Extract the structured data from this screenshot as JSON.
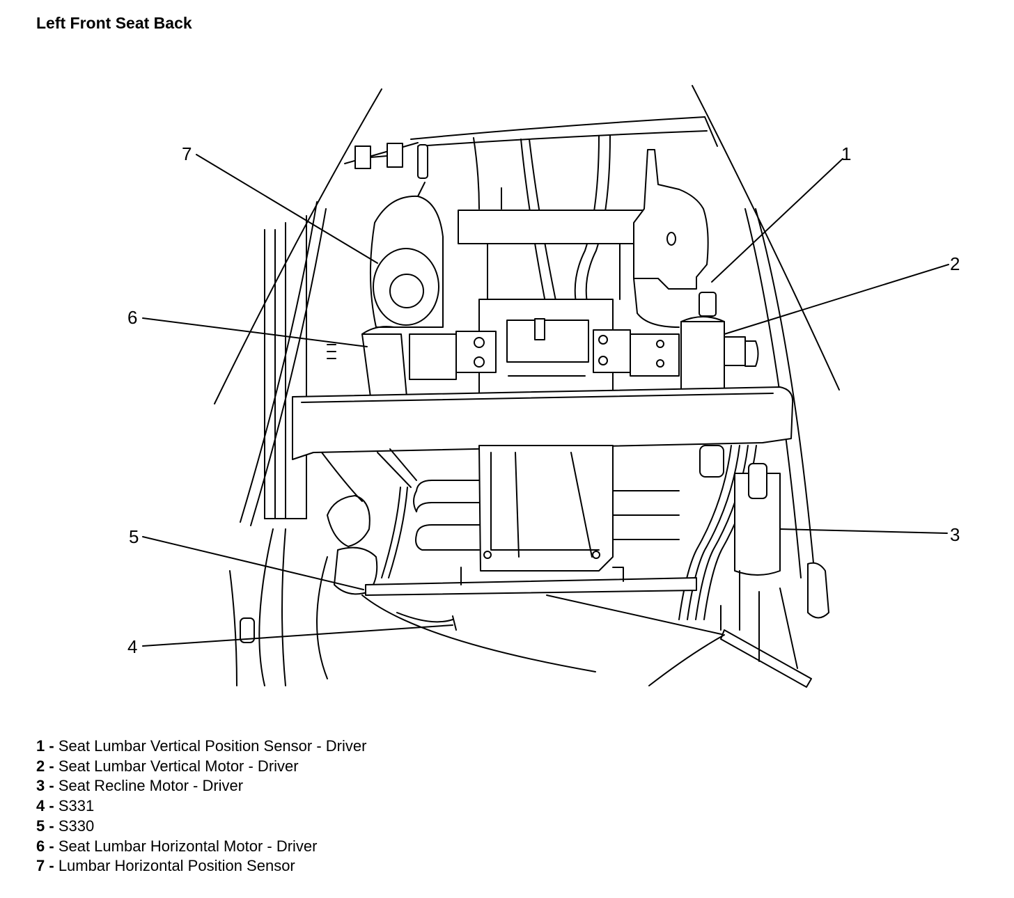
{
  "title": "Left Front Seat Back",
  "callouts": [
    "1",
    "2",
    "3",
    "4",
    "5",
    "6",
    "7"
  ],
  "legend": [
    {
      "num": "1",
      "sep": " - ",
      "label": "Seat Lumbar Vertical Position Sensor - Driver"
    },
    {
      "num": "2",
      "sep": " - ",
      "label": "Seat Lumbar Vertical Motor - Driver"
    },
    {
      "num": "3",
      "sep": " - ",
      "label": "Seat Recline Motor - Driver"
    },
    {
      "num": "4",
      "sep": " - ",
      "label": "S331"
    },
    {
      "num": "5",
      "sep": " - ",
      "label": "S330"
    },
    {
      "num": "6",
      "sep": " - ",
      "label": "Seat Lumbar Horizontal Motor - Driver"
    },
    {
      "num": "7",
      "sep": " - ",
      "label": "Lumbar Horizontal Position Sensor"
    }
  ]
}
